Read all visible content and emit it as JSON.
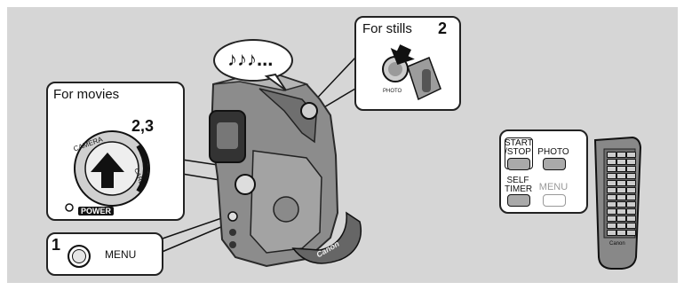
{
  "callouts": {
    "stills": {
      "label": "For stills",
      "step": "2"
    },
    "movies": {
      "label": "For movies",
      "step": "2,3",
      "dial_label": "CAMERA",
      "dial_sub": "CARD",
      "power_label": "POWER"
    },
    "menu": {
      "step": "1",
      "label": "MENU"
    }
  },
  "camera": {
    "brand": "Canon"
  },
  "sound": {
    "notes": "♪♪♪..."
  },
  "remote": {
    "buttons": {
      "start_stop_line1": "START",
      "start_stop_line2": "/STOP",
      "photo": "PHOTO",
      "self_timer_line1": "SELF",
      "self_timer_line2": "TIMER",
      "menu": "MENU"
    },
    "brand": "Canon"
  },
  "colors": {
    "background": "#d6d6d6",
    "panel": "#ffffff",
    "button": "#a9a9a9",
    "body": "#8a8a8a"
  }
}
